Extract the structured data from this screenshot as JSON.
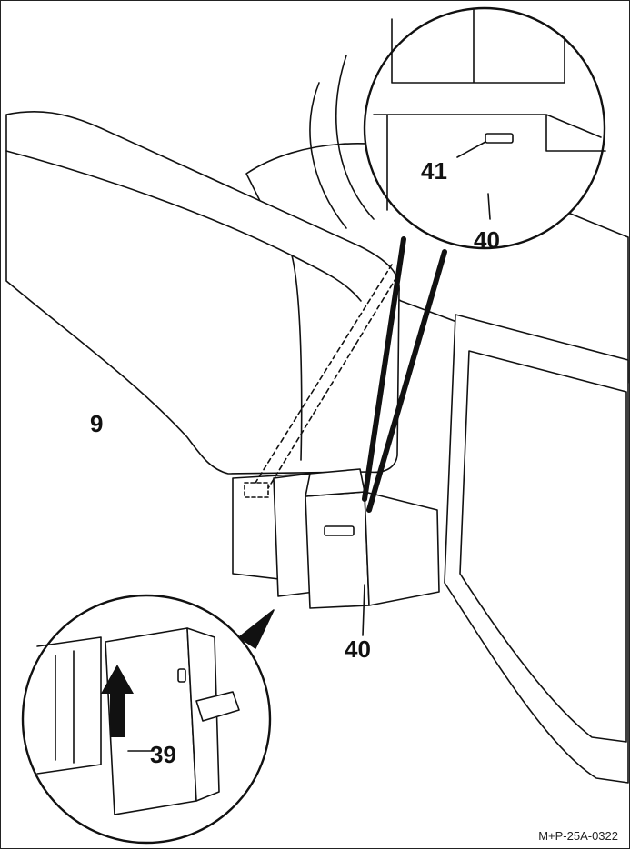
{
  "callouts": {
    "armrest": "9",
    "holder_top": "40",
    "slot": "41",
    "holder_bottom": "40",
    "latch": "39"
  },
  "reference_code": "M+P-25A-0322",
  "colors": {
    "line": "#111111",
    "fill": "#ffffff"
  },
  "icons": {
    "direction_arrow": "arrow-up-icon"
  }
}
